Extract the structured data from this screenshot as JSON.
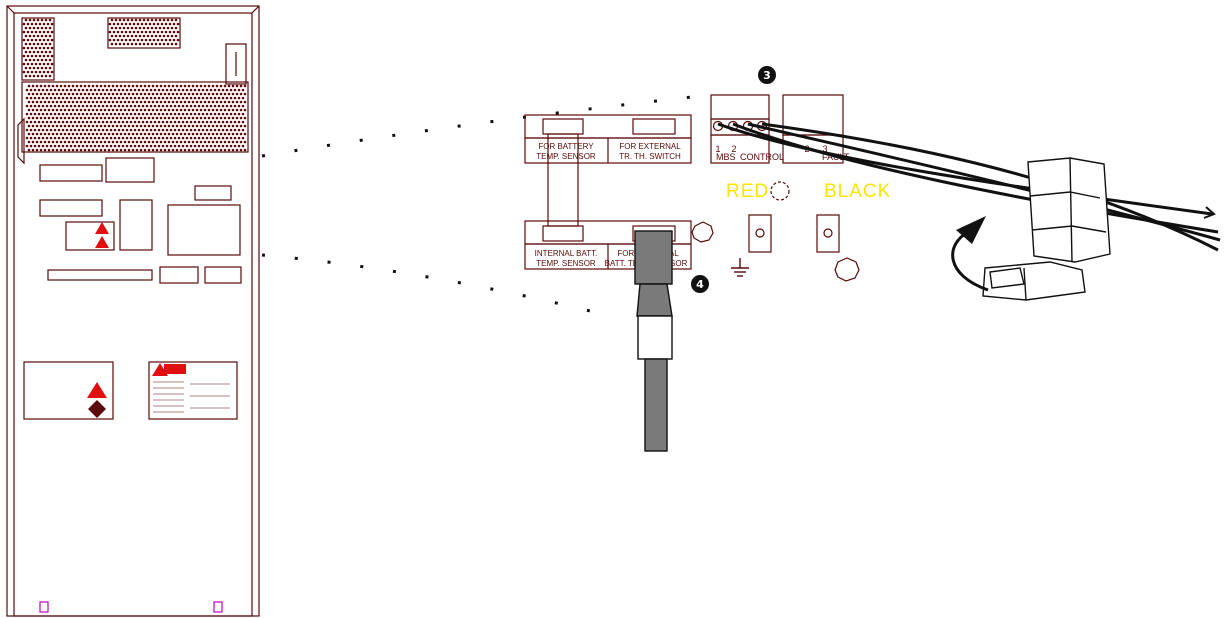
{
  "connector_panel": {
    "battery_sensor_label_1": "FOR BATTERY",
    "battery_sensor_label_2": "TEMP. SENSOR",
    "external_switch_label_1": "FOR EXTERNAL",
    "external_switch_label_2": "TR. TH. SWITCH",
    "internal_batt_label_1": "INTERNAL BATT.",
    "internal_batt_label_2": "TEMP. SENSOR",
    "ext_batt_label_1": "FOR EXTERNAL",
    "ext_batt_label_2": "BATT. TEMP. SENSOR"
  },
  "terminal_block": {
    "left_numbers": [
      "1",
      "2"
    ],
    "right_numbers": [
      "2",
      "3"
    ],
    "mbs_label": "MBS",
    "control_label": "CONTROL",
    "fault_label": "FAULT"
  },
  "wires": {
    "red_label": "RED",
    "black_label": "BLACK"
  },
  "callouts": {
    "step_3": "3",
    "step_4": "4"
  },
  "colors": {
    "line": "#5a0a0a",
    "wire_label": "#ffe400",
    "warning": "#e01010",
    "plug": "#7a7a7a"
  },
  "icons": [
    "ground-icon",
    "warning-triangle-icon",
    "arrow-icon"
  ]
}
